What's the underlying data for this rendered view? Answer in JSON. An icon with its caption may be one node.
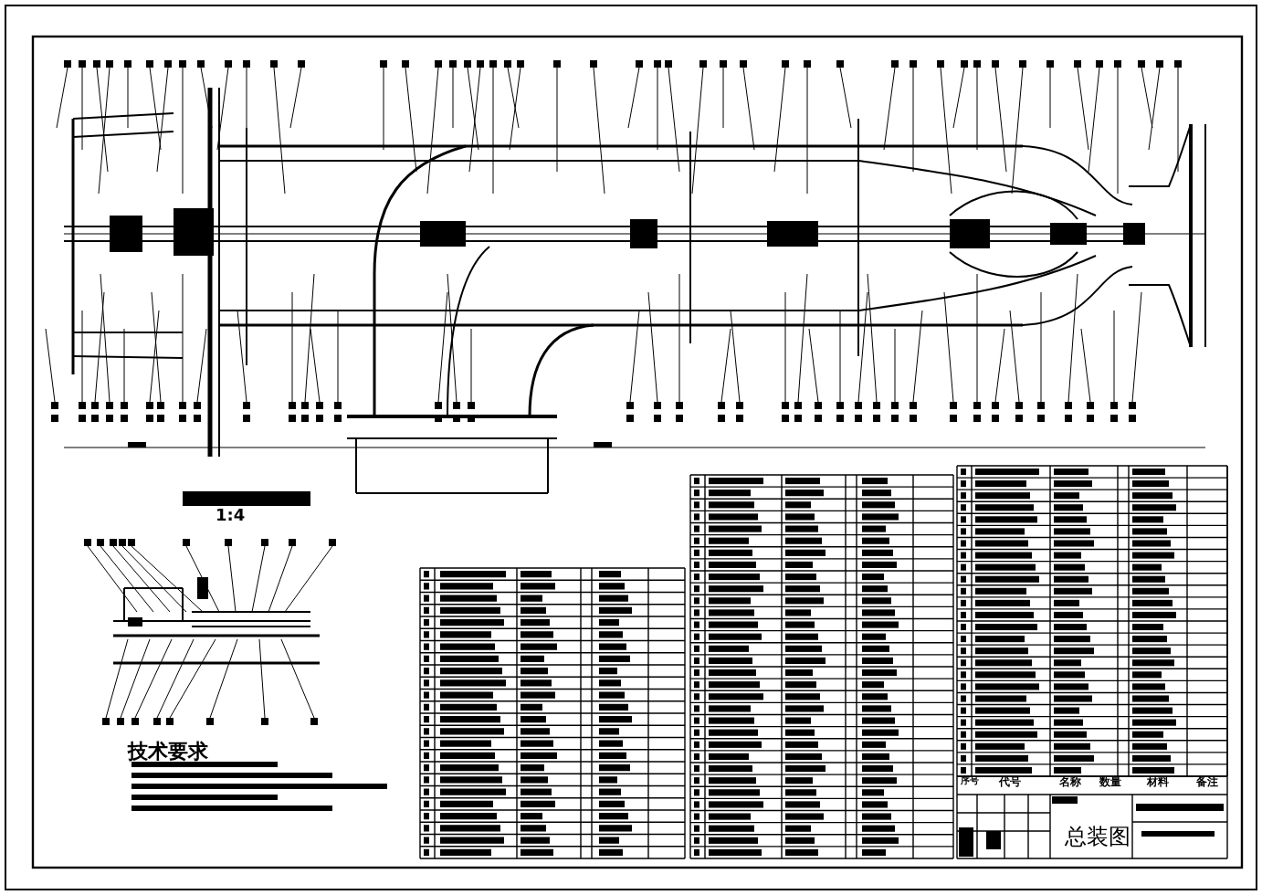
{
  "diagram": {
    "title": "总装图",
    "labels": [
      "1:4",
      "技术要求",
      "序号",
      "代号",
      "名称",
      "数量",
      "材料",
      "备注"
    ]
  }
}
